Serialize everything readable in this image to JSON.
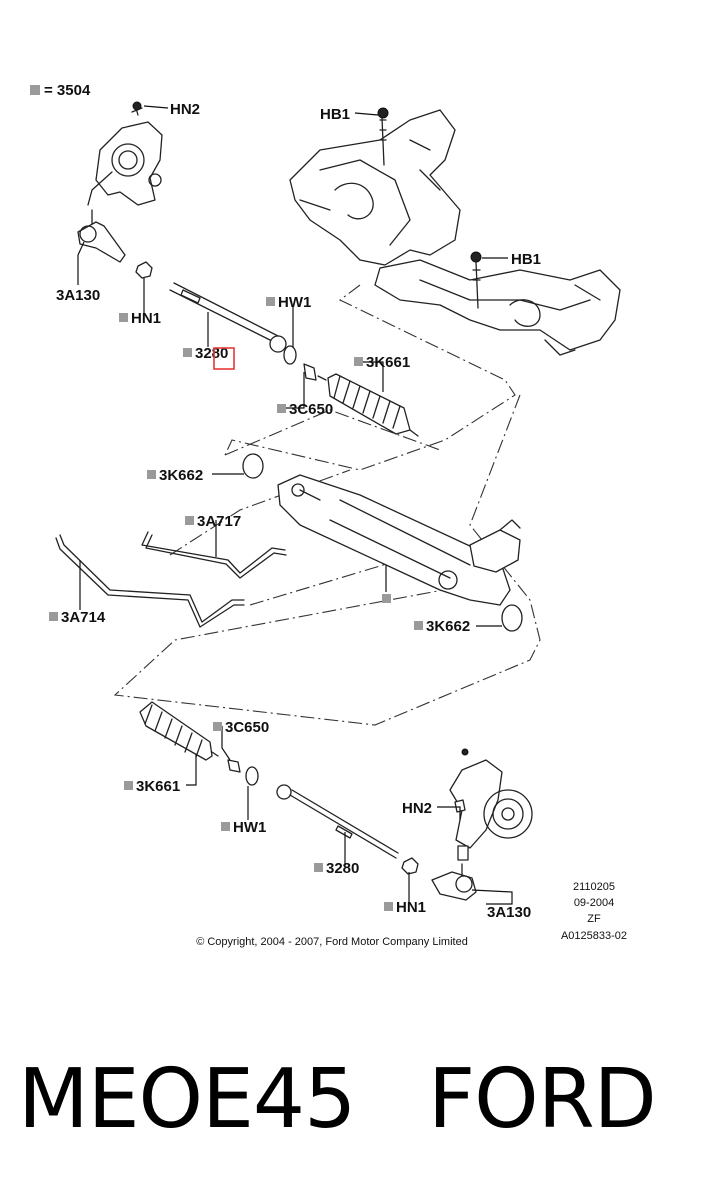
{
  "legend": {
    "symbol": "square-icon",
    "text": "= 3504"
  },
  "labels": {
    "hn2_top": "HN2",
    "hb1_top": "HB1",
    "hb1_mid": "HB1",
    "a130_top": "3A130",
    "hn1_top": "HN1",
    "hw1_top": "HW1",
    "p3280_top": "3280",
    "k661_top": "3K661",
    "c650_top": "3C650",
    "k662_top": "3K662",
    "a717": "3A717",
    "a714": "3A714",
    "k662_right": "3K662",
    "c650_bot": "3C650",
    "k661_bot": "3K661",
    "hw1_bot": "HW1",
    "p3280_bot": "3280",
    "hn2_bot": "HN2",
    "hn1_bot": "HN1",
    "a130_bot": "3A130"
  },
  "meta": {
    "line1": "2110205",
    "line2": "09-2004",
    "line3": "ZF",
    "line4": "A0125833-02"
  },
  "copyright": "© Copyright, 2004 - 2007, Ford Motor Company Limited",
  "caption": {
    "left": "MEOE45",
    "right": "FORD"
  },
  "colors": {
    "highlight": "#e53935",
    "legend_square": "#9a9a9a"
  }
}
